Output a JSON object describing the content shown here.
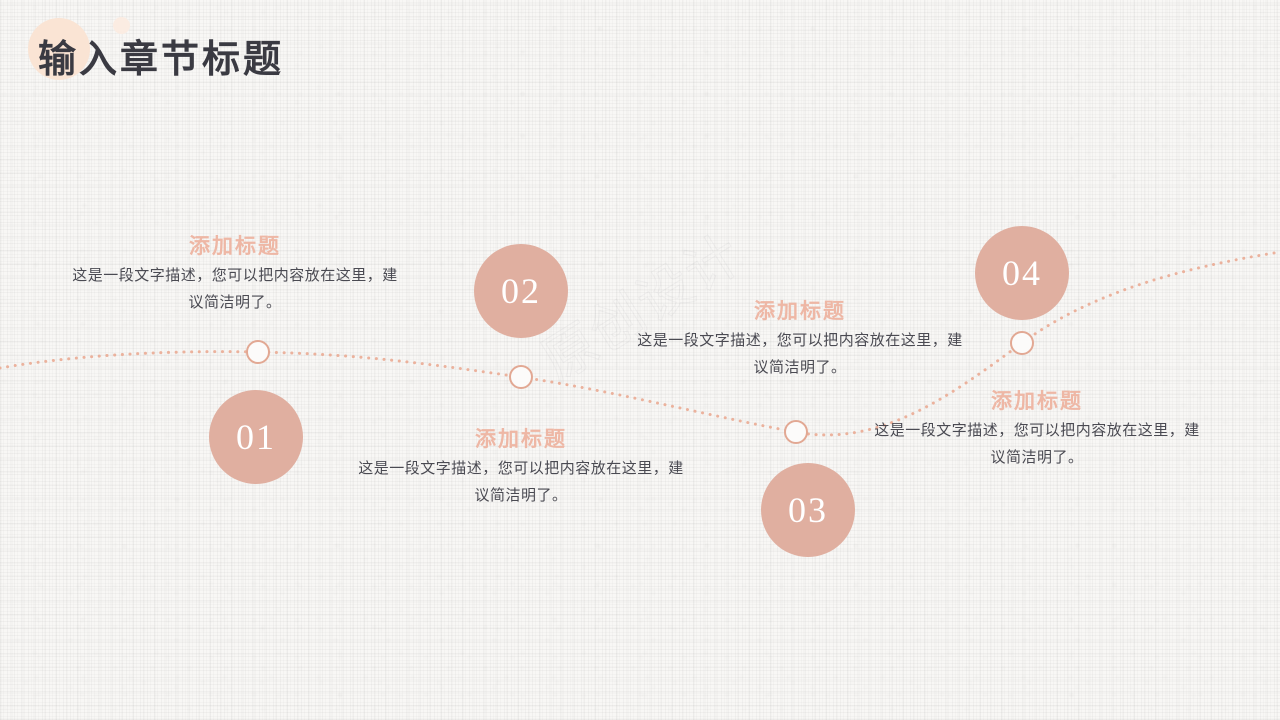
{
  "slide": {
    "title": "输入章节标题",
    "watermark": "原创设计",
    "background_color": "#f7f6f4",
    "accent_color": "#e0afa0",
    "heading_color": "#eeb7a5",
    "body_text_color": "#4a4a52",
    "title_color": "#3a3a42"
  },
  "steps": [
    {
      "number": "01",
      "title": "添加标题",
      "body": "这是一段文字描述，您可以把内容放在这里，建议简洁明了。"
    },
    {
      "number": "02",
      "title": "添加标题",
      "body": "这是一段文字描述，您可以把内容放在这里，建议简洁明了。"
    },
    {
      "number": "03",
      "title": "添加标题",
      "body": "这是一段文字描述，您可以把内容放在这里，建议简洁明了。"
    },
    {
      "number": "04",
      "title": "添加标题",
      "body": "这是一段文字描述，您可以把内容放在这里，建议简洁明了。"
    }
  ]
}
